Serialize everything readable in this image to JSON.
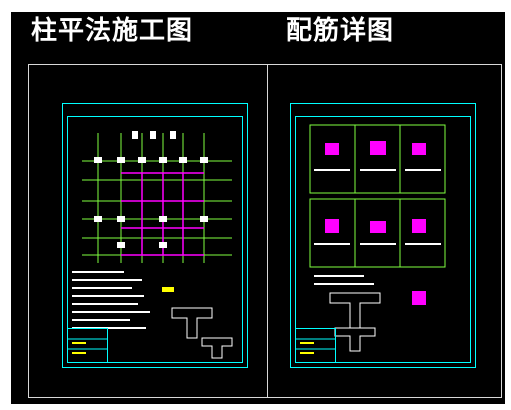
{
  "titles": {
    "left": "柱平法施工图",
    "right": "配筋详图"
  },
  "panels": [
    {
      "id": "left",
      "content": "drawing-thumbnail-column-plan"
    },
    {
      "id": "right",
      "content": "drawing-thumbnail-rebar-details"
    }
  ],
  "colors": {
    "background": "#000000",
    "frame": "#d8d8d8",
    "sheet_border": "#00ffff",
    "grid": "#7fff40",
    "member": "#ff00ff",
    "annotation": "#ffffff",
    "highlight": "#ffff00"
  }
}
